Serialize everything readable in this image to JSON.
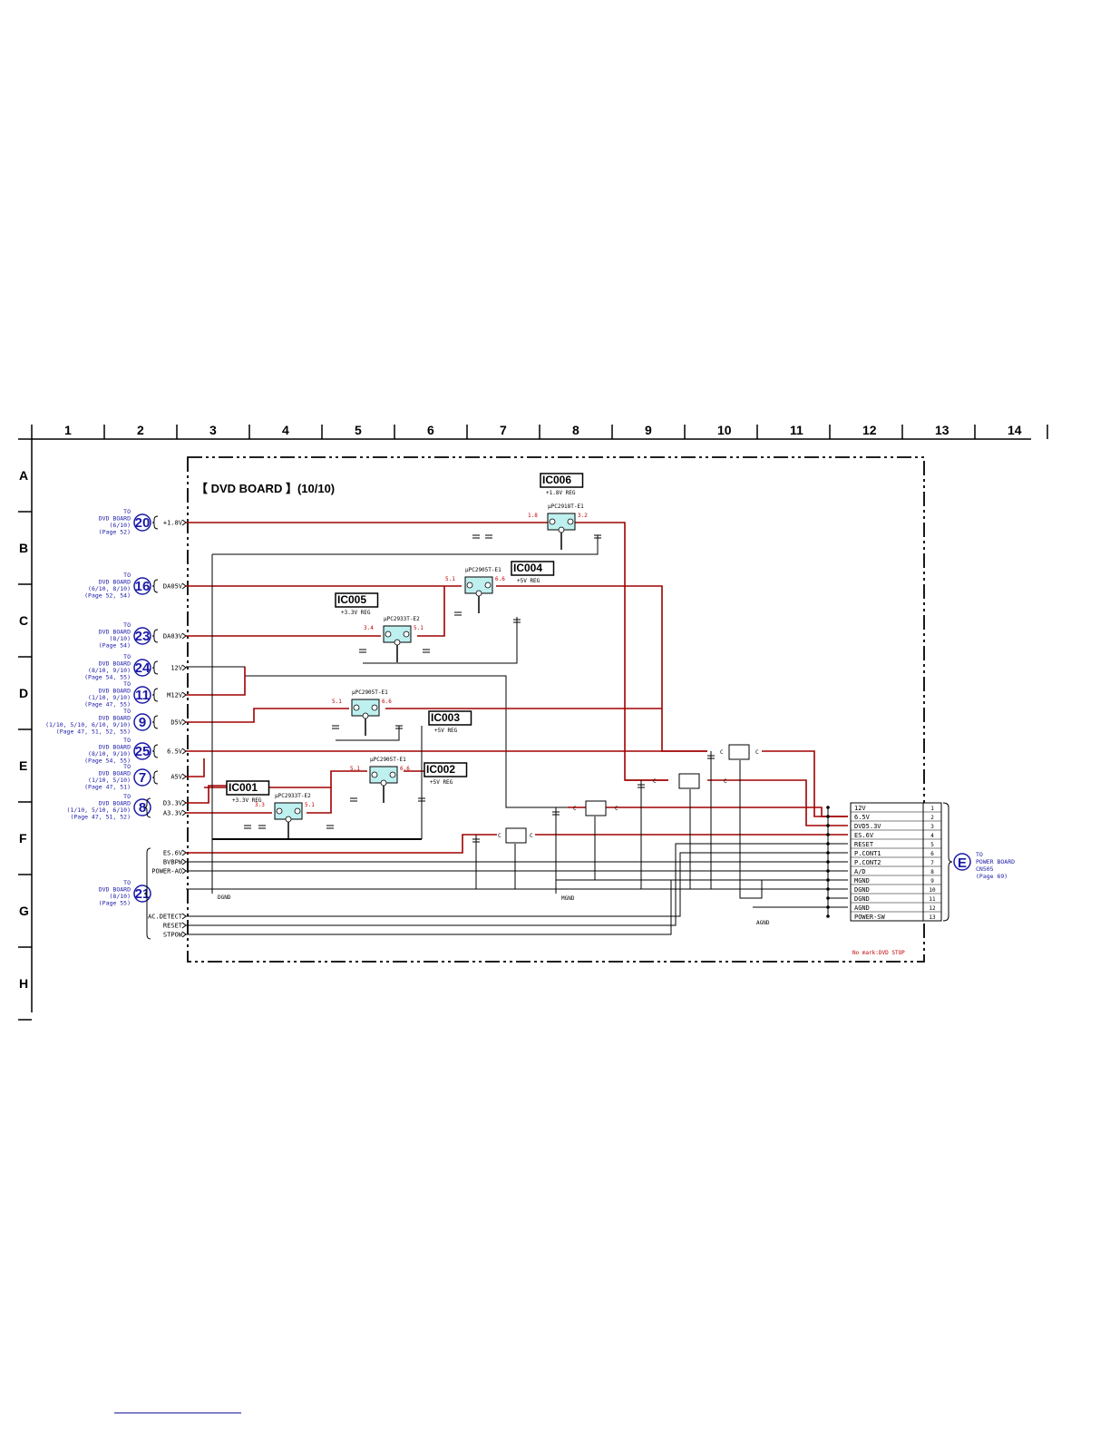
{
  "grid": {
    "columns": [
      "1",
      "2",
      "3",
      "4",
      "5",
      "6",
      "7",
      "8",
      "9",
      "10",
      "11",
      "12",
      "13",
      "14"
    ],
    "rows": [
      "A",
      "B",
      "C",
      "D",
      "E",
      "F",
      "G",
      "H"
    ]
  },
  "title": "【 DVD BOARD 】(10/10)",
  "ics": [
    {
      "ref": "IC006",
      "desc": "+1.8V REG",
      "part": "μPC2918T-E1",
      "vin": "1.8",
      "vout": "3.2"
    },
    {
      "ref": "IC004",
      "desc": "+5V REG",
      "part": "μPC2905T-E1",
      "vin": "5.1",
      "vout": "6.6"
    },
    {
      "ref": "IC005",
      "desc": "+3.3V REG",
      "part": "μPC2933T-E2",
      "vin": "3.4",
      "vout": "5.1"
    },
    {
      "ref": "IC003",
      "desc": "+5V REG",
      "part": "μPC2905T-E1",
      "vin": "5.1",
      "vout": "6.6"
    },
    {
      "ref": "IC002",
      "desc": "+5V REG",
      "part": "μPC2905T-E1",
      "vin": "5.1",
      "vout": "6.6"
    },
    {
      "ref": "IC001",
      "desc": "+3.3V REG",
      "part": "μPC2933T-E2",
      "vin": "3.3",
      "vout": "5.1"
    }
  ],
  "connectors_left": [
    {
      "num": "20",
      "lines": [
        "TO",
        "DVD BOARD",
        "(6/10)",
        "(Page 52)"
      ],
      "signals": [
        "+1.8V"
      ]
    },
    {
      "num": "16",
      "lines": [
        "TO",
        "DVD BOARD",
        "(6/10, 8/10)",
        "(Page 52, 54)"
      ],
      "signals": [
        "DA05V"
      ]
    },
    {
      "num": "23",
      "lines": [
        "TO",
        "DVD BOARD",
        "(8/10)",
        "(Page 54)"
      ],
      "signals": [
        "DA03V"
      ]
    },
    {
      "num": "24",
      "lines": [
        "TO",
        "DVD BOARD",
        "(8/10, 9/10)",
        "(Page 54, 55)"
      ],
      "signals": [
        "12V"
      ]
    },
    {
      "num": "11",
      "lines": [
        "TO",
        "DVD BOARD",
        "(1/10, 9/10)",
        "(Page 47, 55)"
      ],
      "signals": [
        "M12V"
      ]
    },
    {
      "num": "9",
      "lines": [
        "TO",
        "DVD BOARD",
        "(1/10, 5/10, 6/10, 9/10)",
        "(Page 47, 51, 52, 55)"
      ],
      "signals": [
        "D5V"
      ]
    },
    {
      "num": "25",
      "lines": [
        "TO",
        "DVD BOARD",
        "(8/10, 9/10)",
        "(Page 54, 55)"
      ],
      "signals": [
        "6.5V"
      ]
    },
    {
      "num": "7",
      "lines": [
        "TO",
        "DVD BOARD",
        "(1/10, 5/10)",
        "(Page 47, 51)"
      ],
      "signals": [
        "A5V"
      ]
    },
    {
      "num": "8",
      "lines": [
        "TO",
        "DVD BOARD",
        "(1/10, 5/10, 6/10)",
        "(Page 47, 51, 52)"
      ],
      "signals": [
        "D3.3V",
        "A3.3V"
      ]
    },
    {
      "num": "21",
      "lines": [
        "TO",
        "DVD BOARD",
        "(8/10)",
        "(Page 55)"
      ],
      "signals": [
        "ES.6V",
        "BVBPW",
        "POWER-AO",
        "AC.DETECT",
        "RESET",
        "STPOW"
      ]
    }
  ],
  "connector_right": {
    "label": "E",
    "lines": [
      "TO",
      "POWER BOARD",
      "CN505",
      "(Page 69)"
    ],
    "pins": [
      {
        "name": "12V",
        "n": "1"
      },
      {
        "name": "6.5V",
        "n": "2"
      },
      {
        "name": "DVD5.3V",
        "n": "3"
      },
      {
        "name": "ES.6V",
        "n": "4"
      },
      {
        "name": "RESET",
        "n": "5"
      },
      {
        "name": "P.CONT1",
        "n": "6"
      },
      {
        "name": "P.CONT2",
        "n": "7"
      },
      {
        "name": "A/D",
        "n": "8"
      },
      {
        "name": "MGND",
        "n": "9"
      },
      {
        "name": "DGND",
        "n": "10"
      },
      {
        "name": "DGND",
        "n": "11"
      },
      {
        "name": "AGND",
        "n": "12"
      },
      {
        "name": "POWER-SW",
        "n": "13"
      }
    ]
  },
  "grounds": [
    "DGND",
    "MGND",
    "AGND"
  ],
  "note": "No mark:DVD STOP"
}
